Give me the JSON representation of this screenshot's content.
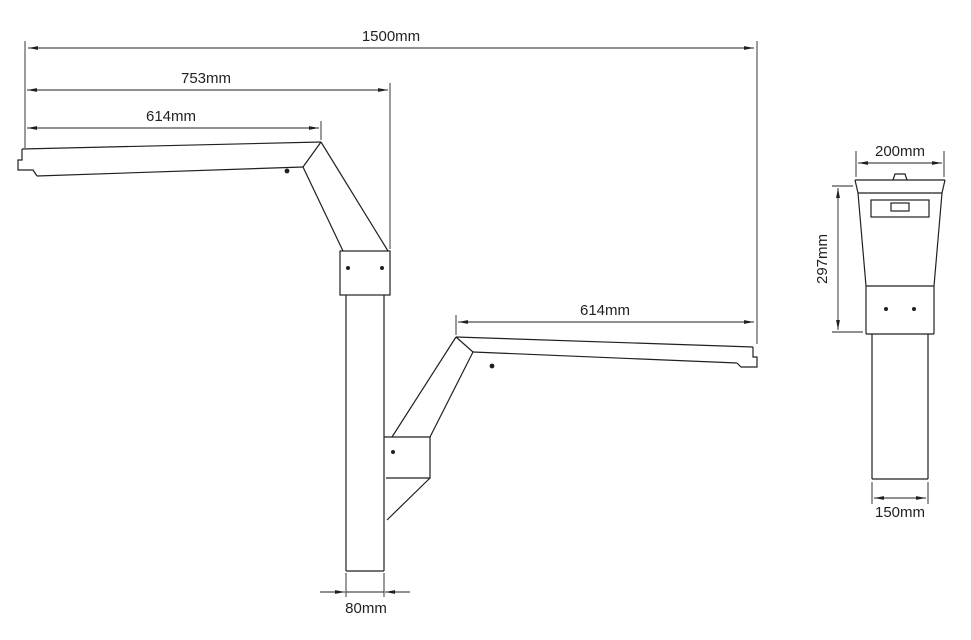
{
  "drawing": {
    "type": "technical-dimension-drawing",
    "subject": "dual-arm street light pole",
    "line_color": "#231f20",
    "background_color": "#ffffff",
    "front_view": {
      "dims": {
        "total_width": "1500mm",
        "arm_offset": "753mm",
        "upper_arm_length": "614mm",
        "lower_arm_length": "614mm",
        "pole_width": "80mm"
      }
    },
    "side_view": {
      "dims": {
        "head_width": "200mm",
        "head_height": "297mm",
        "base_width": "150mm"
      }
    }
  }
}
